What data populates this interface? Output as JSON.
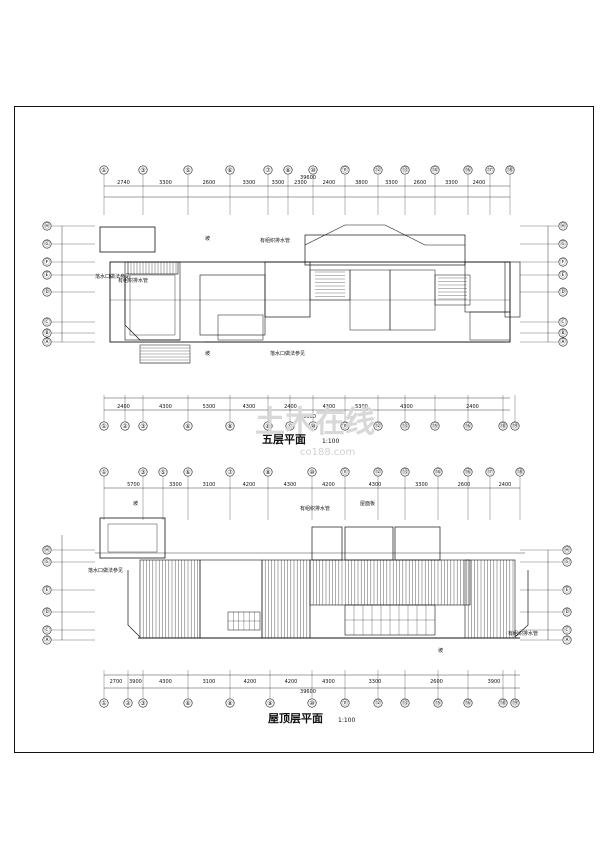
{
  "plans": [
    {
      "title": "五层平面",
      "scale": "1:100",
      "top_axes": [
        "①",
        "③",
        "⑤",
        "⑥",
        "⑦",
        "⑧",
        "⑩",
        "⑪",
        "⑫",
        "⑬",
        "⑭",
        "⑯",
        "⑰",
        "⑱"
      ],
      "bottom_axes": [
        "①",
        "②",
        "③",
        "⑥",
        "⑧",
        "⑧",
        "⑨",
        "⑩",
        "⑪",
        "⑫",
        "⑬",
        "⑮",
        "⑯",
        "⑱",
        "⑲"
      ],
      "left_axes": [
        "Ⓗ",
        "Ⓖ",
        "Ⓕ",
        "Ⓔ",
        "Ⓓ",
        "Ⓒ",
        "Ⓑ",
        "Ⓐ"
      ],
      "right_axes": [
        "Ⓗ",
        "Ⓖ",
        "Ⓕ",
        "Ⓔ",
        "Ⓓ",
        "Ⓒ",
        "Ⓑ",
        "Ⓐ"
      ],
      "top_dims": [
        "2740",
        "3300",
        "2600",
        "3300",
        "3300",
        "2300",
        "2400",
        "3800",
        "3300",
        "2600",
        "3300",
        "2400"
      ],
      "top_total": "39600",
      "bottom_dims": [
        "2400",
        "4300",
        "5300",
        "4300",
        "2400",
        "4300",
        "5300",
        "4300",
        "2400"
      ],
      "bottom_total": "39600",
      "notes": [
        "坡",
        "有组织排水管",
        "落水口做法参见",
        "有组织排水管",
        "坡",
        "落水口做法参见"
      ]
    },
    {
      "title": "屋顶层平面",
      "scale": "1:100",
      "top_axes": [
        "①",
        "③",
        "⑤",
        "⑥",
        "⑦",
        "⑧",
        "⑩",
        "⑪",
        "⑫",
        "⑬",
        "⑭",
        "⑯",
        "⑰",
        "⑱"
      ],
      "bottom_axes": [
        "①",
        "②",
        "③",
        "⑥",
        "⑧",
        "⑨",
        "⑩",
        "⑪",
        "⑫",
        "⑬",
        "⑮",
        "⑯",
        "⑱",
        "⑲"
      ],
      "left_axes": [
        "Ⓗ",
        "Ⓖ",
        "Ⓔ",
        "Ⓓ",
        "Ⓒ",
        "Ⓐ"
      ],
      "right_axes": [
        "Ⓗ",
        "Ⓖ",
        "Ⓔ",
        "Ⓓ",
        "Ⓒ",
        "Ⓐ"
      ],
      "top_dims": [
        "5700",
        "3300",
        "3100",
        "4200",
        "4300",
        "4200",
        "4300",
        "3300",
        "2600",
        "2400"
      ],
      "bottom_dims": [
        "2700",
        "3900",
        "4300",
        "3100",
        "4200",
        "4200",
        "4300",
        "3300",
        "2600",
        "3900"
      ],
      "bottom_total": "39600",
      "notes": [
        "坡",
        "有组织排水管",
        "落水口做法参见",
        "屋面板",
        "有组织排水管",
        "坡"
      ]
    }
  ],
  "watermark": "土木在线",
  "watermark_url": "co188.com"
}
